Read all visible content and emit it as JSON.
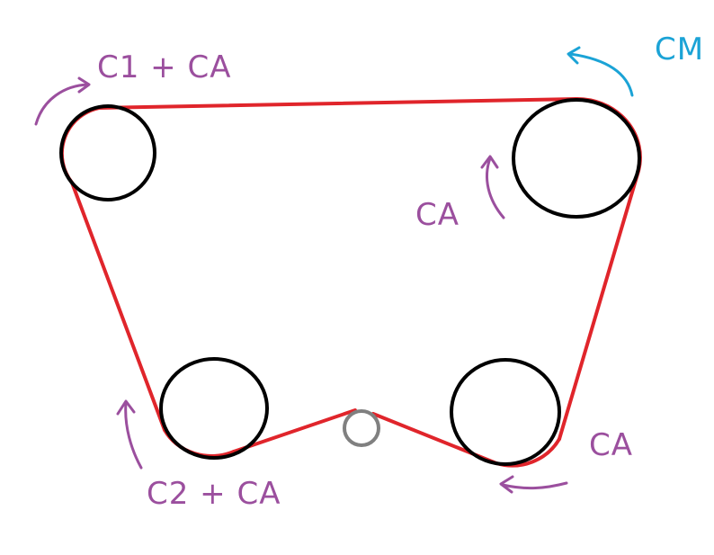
{
  "colors": {
    "belt": "#e0252b",
    "pulley": "#000000",
    "idler": "#808080",
    "torque_label": "#9b4f9e",
    "motor_label": "#1ba3d6"
  },
  "labels": {
    "top_left": "C1 + CA",
    "top_right_motor": "CM",
    "top_right_inner": "CA",
    "bottom_left": "C2 + CA",
    "bottom_right": "CA"
  }
}
